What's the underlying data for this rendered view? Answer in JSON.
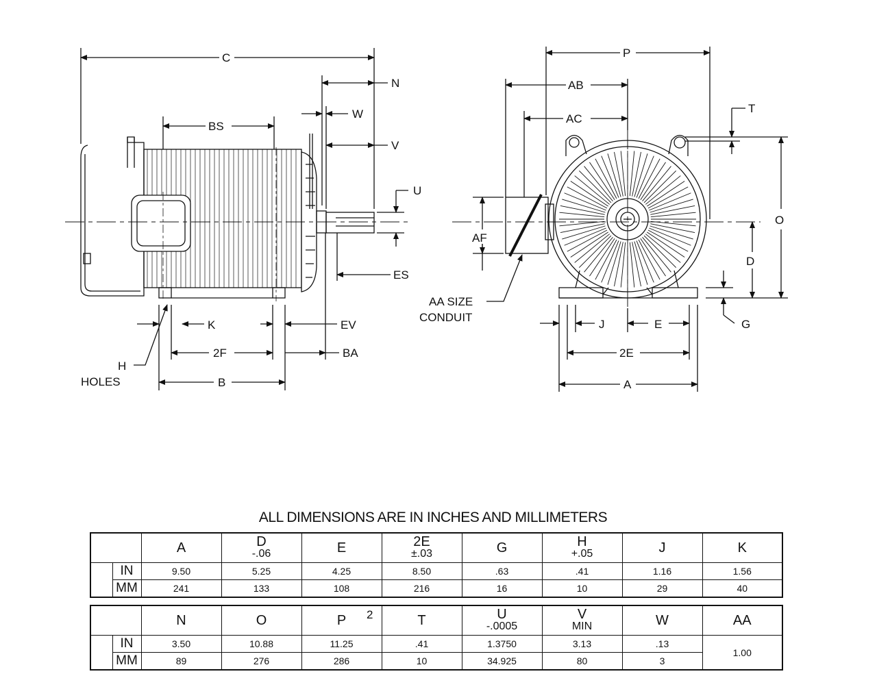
{
  "side_view": {
    "C": "C",
    "N": "N",
    "W": "W",
    "V": "V",
    "BS": "BS",
    "U": "U",
    "ES": "ES",
    "EV": "EV",
    "K": "K",
    "2F": "2F",
    "BA": "BA",
    "H": "H",
    "HOLES": "HOLES",
    "B": "B"
  },
  "front_view": {
    "P": "P",
    "AB": "AB",
    "AC": "AC",
    "T": "T",
    "O": "O",
    "AF": "AF",
    "D": "D",
    "AA_SIZE": "AA SIZE",
    "CONDUIT": "CONDUIT",
    "G": "G",
    "J": "J",
    "E": "E",
    "2E": "2E",
    "A": "A"
  },
  "title": "ALL DIMENSIONS ARE IN INCHES AND MILLIMETERS",
  "units": {
    "in": "IN",
    "mm": "MM"
  },
  "table1": {
    "columns": [
      {
        "name": "A",
        "tol": ""
      },
      {
        "name": "D",
        "tol": "-.06"
      },
      {
        "name": "E",
        "tol": ""
      },
      {
        "name": "2E",
        "tol": "±.03"
      },
      {
        "name": "G",
        "tol": ""
      },
      {
        "name": "H",
        "tol": "+.05"
      },
      {
        "name": "J",
        "tol": ""
      },
      {
        "name": "K",
        "tol": ""
      }
    ],
    "in": [
      "9.50",
      "5.25",
      "4.25",
      "8.50",
      ".63",
      ".41",
      "1.16",
      "1.56"
    ],
    "mm": [
      "241",
      "133",
      "108",
      "216",
      "16",
      "10",
      "29",
      "40"
    ]
  },
  "table2": {
    "columns": [
      {
        "name": "N",
        "tol": ""
      },
      {
        "name": "O",
        "tol": ""
      },
      {
        "name": "P",
        "tol": "",
        "note": "2"
      },
      {
        "name": "T",
        "tol": ""
      },
      {
        "name": "U",
        "tol": "-.0005"
      },
      {
        "name": "V",
        "tol": "MIN"
      },
      {
        "name": "W",
        "tol": ""
      },
      {
        "name": "AA",
        "tol": ""
      }
    ],
    "in": [
      "3.50",
      "10.88",
      "11.25",
      ".41",
      "1.3750",
      "3.13",
      ".13"
    ],
    "mm": [
      "89",
      "276",
      "286",
      "10",
      "34.925",
      "80",
      "3"
    ],
    "aa": "1.00"
  }
}
